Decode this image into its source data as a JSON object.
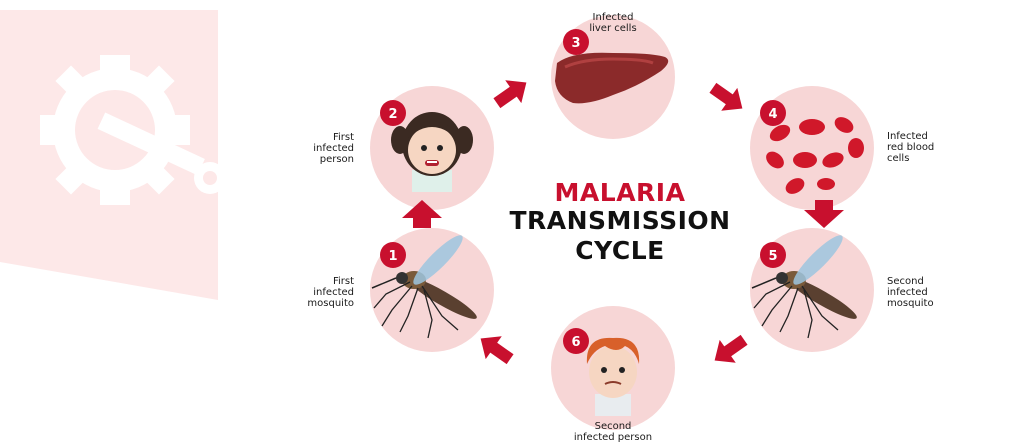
{
  "title": {
    "line1": "MALARIA",
    "line2": "TRANSMISSION",
    "line3": "CYCLE"
  },
  "stages": [
    {
      "number": "1",
      "label": "First\ninfected\nmosquito",
      "icon": "mosquito-icon"
    },
    {
      "number": "2",
      "label": "First\ninfected\nperson",
      "icon": "girl-icon"
    },
    {
      "number": "3",
      "label": "Infected\nliver cells",
      "icon": "liver-icon"
    },
    {
      "number": "4",
      "label": "Infected\nred blood\ncells",
      "icon": "red-blood-cells-icon"
    },
    {
      "number": "5",
      "label": "Second\ninfected\nmosquito",
      "icon": "mosquito-icon"
    },
    {
      "number": "6",
      "label": "Second\ninfected person",
      "icon": "boy-icon"
    }
  ],
  "colors": {
    "accent": "#c8102e",
    "circle": "#f7d6d6",
    "watermark": "#fde6e6"
  }
}
